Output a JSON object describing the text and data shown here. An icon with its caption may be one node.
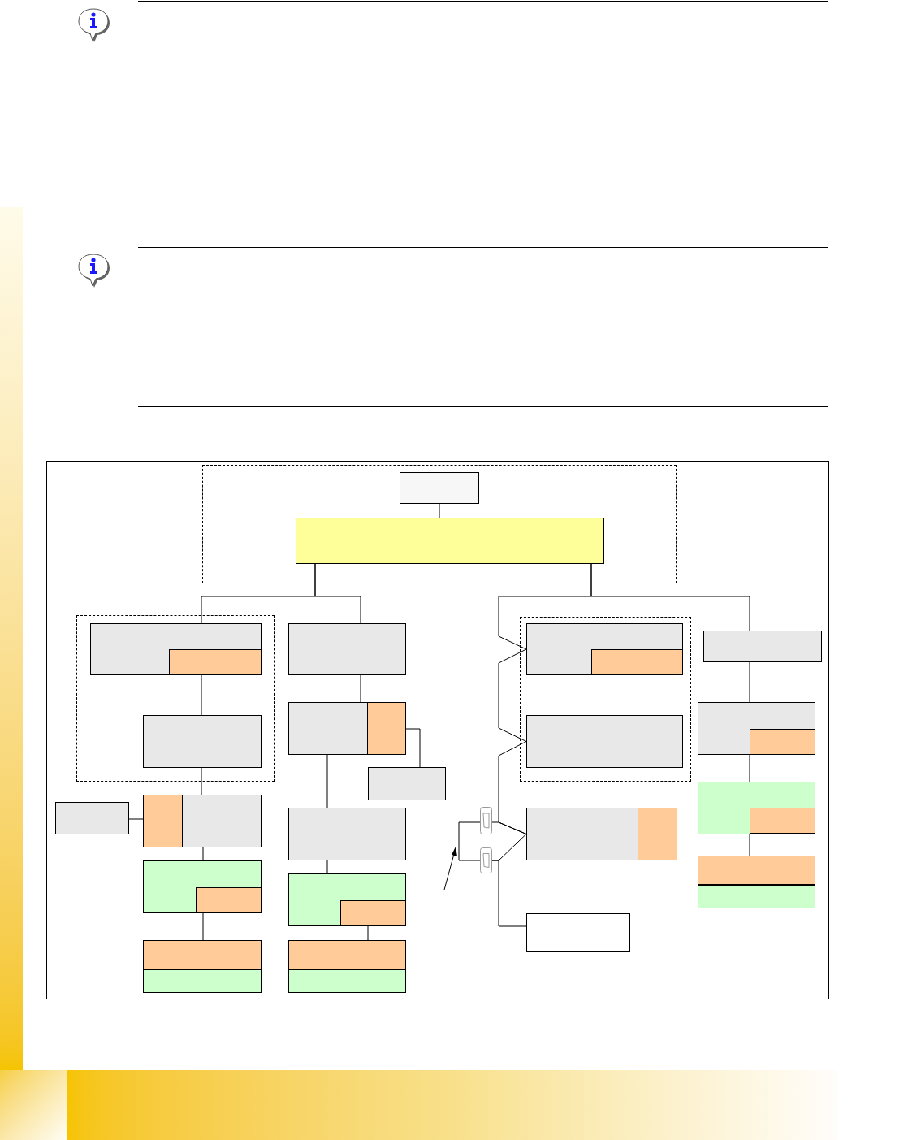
{
  "diagram": {
    "nodes": [
      {
        "text": [],
        "shape": "box"
      },
      {
        "text": [],
        "shape": "box",
        "in": 0
      },
      {
        "text": [],
        "shape": "box",
        "in": 0
      },
      {
        "text": [],
        "shape": "box"
      },
      {
        "text": [],
        "shape": "box",
        "in": 3
      },
      {
        "text": [],
        "shape": "box",
        "in": 4
      },
      {
        "text": [],
        "shape": "box",
        "in": 3
      },
      {
        "text": [],
        "shape": "box"
      },
      {
        "text": [],
        "shape": "box"
      },
      {
        "text": [],
        "shape": "box",
        "in": 8
      },
      {
        "text": [],
        "shape": "box"
      },
      {
        "text": [],
        "shape": "box"
      },
      {
        "text": [],
        "shape": "box"
      },
      {
        "text": [],
        "shape": "box",
        "in": 12
      },
      {
        "text": [],
        "shape": "box"
      },
      {
        "text": [],
        "shape": "box",
        "in": 14
      },
      {
        "text": [],
        "shape": "box"
      },
      {
        "text": [],
        "shape": "box",
        "in": 16
      },
      {
        "text": [],
        "shape": "box",
        "in": 16
      },
      {
        "text": [],
        "shape": "box"
      },
      {
        "text": [],
        "shape": "box"
      },
      {
        "text": [],
        "shape": "box",
        "in": 20
      },
      {
        "text": [],
        "shape": "box"
      },
      {
        "text": [],
        "shape": "box",
        "in": 22
      },
      {
        "text": [],
        "shape": "box",
        "in": 22
      },
      {
        "text": [],
        "shape": "box"
      },
      {
        "text": [],
        "shape": "box",
        "in": 25
      },
      {
        "text": [],
        "shape": "box",
        "in": 26
      },
      {
        "text": [],
        "shape": "box",
        "in": 25
      },
      {
        "text": [],
        "shape": "box"
      },
      {
        "text": [],
        "shape": "box"
      },
      {
        "text": [],
        "shape": "box",
        "in": 30
      },
      {
        "text": [],
        "shape": "box"
      },
      {
        "text": [],
        "shape": "box",
        "in": 32
      },
      {
        "text": [],
        "shape": "box"
      },
      {
        "text": [],
        "shape": "box",
        "in": 34
      },
      {
        "text": [],
        "shape": "box",
        "in": 34
      },
      {
        "text": [],
        "shape": "connector"
      },
      {
        "text": [],
        "shape": "connector"
      },
      {
        "text": [],
        "shape": "box"
      },
      {
        "text": [],
        "shape": "box",
        "in": 39
      },
      {
        "text": [],
        "shape": "box"
      }
    ],
    "edges": [
      {
        "from": 1,
        "to": 2,
        "arrow": "none"
      },
      {
        "from": 2,
        "to": 4,
        "arrow": "none"
      },
      {
        "from": 2,
        "to": 7,
        "arrow": "none"
      },
      {
        "from": 2,
        "to": 29,
        "arrow": "none"
      },
      {
        "from": 2,
        "to": 26,
        "arrow": "none"
      },
      {
        "from": 26,
        "to": 28,
        "arrow": "none"
      },
      {
        "from": 28,
        "to": 39,
        "arrow": "none"
      },
      {
        "from": 37,
        "to": 39,
        "arrow": "none"
      },
      {
        "from": 38,
        "to": 39,
        "arrow": "none"
      },
      {
        "from": 38,
        "to": 41,
        "arrow": "none"
      },
      {
        "from": 37,
        "to": 38,
        "arrow": "none"
      },
      {
        "from": 29,
        "to": 30,
        "arrow": "none"
      },
      {
        "from": 30,
        "to": 32,
        "arrow": "none"
      },
      {
        "from": 32,
        "to": 34,
        "arrow": "none"
      },
      {
        "from": 4,
        "to": 6,
        "arrow": "none"
      },
      {
        "from": 6,
        "to": 12,
        "arrow": "none"
      },
      {
        "from": 11,
        "to": 12,
        "arrow": "none"
      },
      {
        "from": 12,
        "to": 14,
        "arrow": "none"
      },
      {
        "from": 14,
        "to": 16,
        "arrow": "none"
      },
      {
        "from": 7,
        "to": 8,
        "arrow": "none"
      },
      {
        "from": 8,
        "to": 10,
        "arrow": "none"
      },
      {
        "from": 8,
        "to": 19,
        "arrow": "none"
      },
      {
        "from": 19,
        "to": 20,
        "arrow": "none"
      },
      {
        "from": 20,
        "to": 22,
        "arrow": "none"
      }
    ]
  }
}
